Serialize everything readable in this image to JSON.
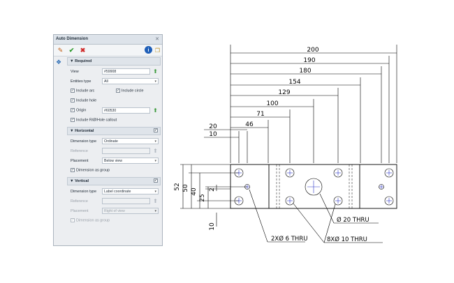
{
  "panel": {
    "title": "Auto Dimension",
    "close_icon": "close-icon",
    "toolbar": {
      "icons": [
        "dimension-tool-icon",
        "ok-check-icon",
        "cancel-x-icon",
        "info-icon",
        "help-doc-icon"
      ]
    },
    "sections": {
      "required": {
        "title": "Required",
        "view_label": "View",
        "view_value": "#59908",
        "entities_label": "Entities type",
        "entities_value": "All",
        "include_arc": "Include arc",
        "include_circle": "Include circle",
        "include_hole": "Include hole",
        "origin_label": "Origin",
        "origin_value": "#60530",
        "include_callout": "Include R/Ø/Hole callout"
      },
      "horizontal": {
        "title": "Horizontal",
        "dim_type_label": "Dimension type",
        "dim_type_value": "Ordinate",
        "reference_label": "Reference",
        "placement_label": "Placement",
        "placement_value": "Below view",
        "as_group": "Dimension as group"
      },
      "vertical": {
        "title": "Vertical",
        "dim_type_label": "Dimension type",
        "dim_type_value": "Label coordinate",
        "reference_label": "Reference",
        "placement_label": "Placement",
        "placement_value": "Right of view",
        "as_group": "Dimension as group"
      }
    }
  },
  "drawing": {
    "horizontal_dims": [
      "200",
      "190",
      "180",
      "154",
      "129",
      "100",
      "71",
      "46",
      "20",
      "10"
    ],
    "vertical_dims": [
      "52",
      "50",
      "40",
      "25",
      "2",
      "10"
    ],
    "callouts": {
      "hole_small": "2XØ 6  THRU",
      "hole_big": "Ø 20  THRU",
      "hole_group": "8XØ 10  THRU"
    }
  }
}
